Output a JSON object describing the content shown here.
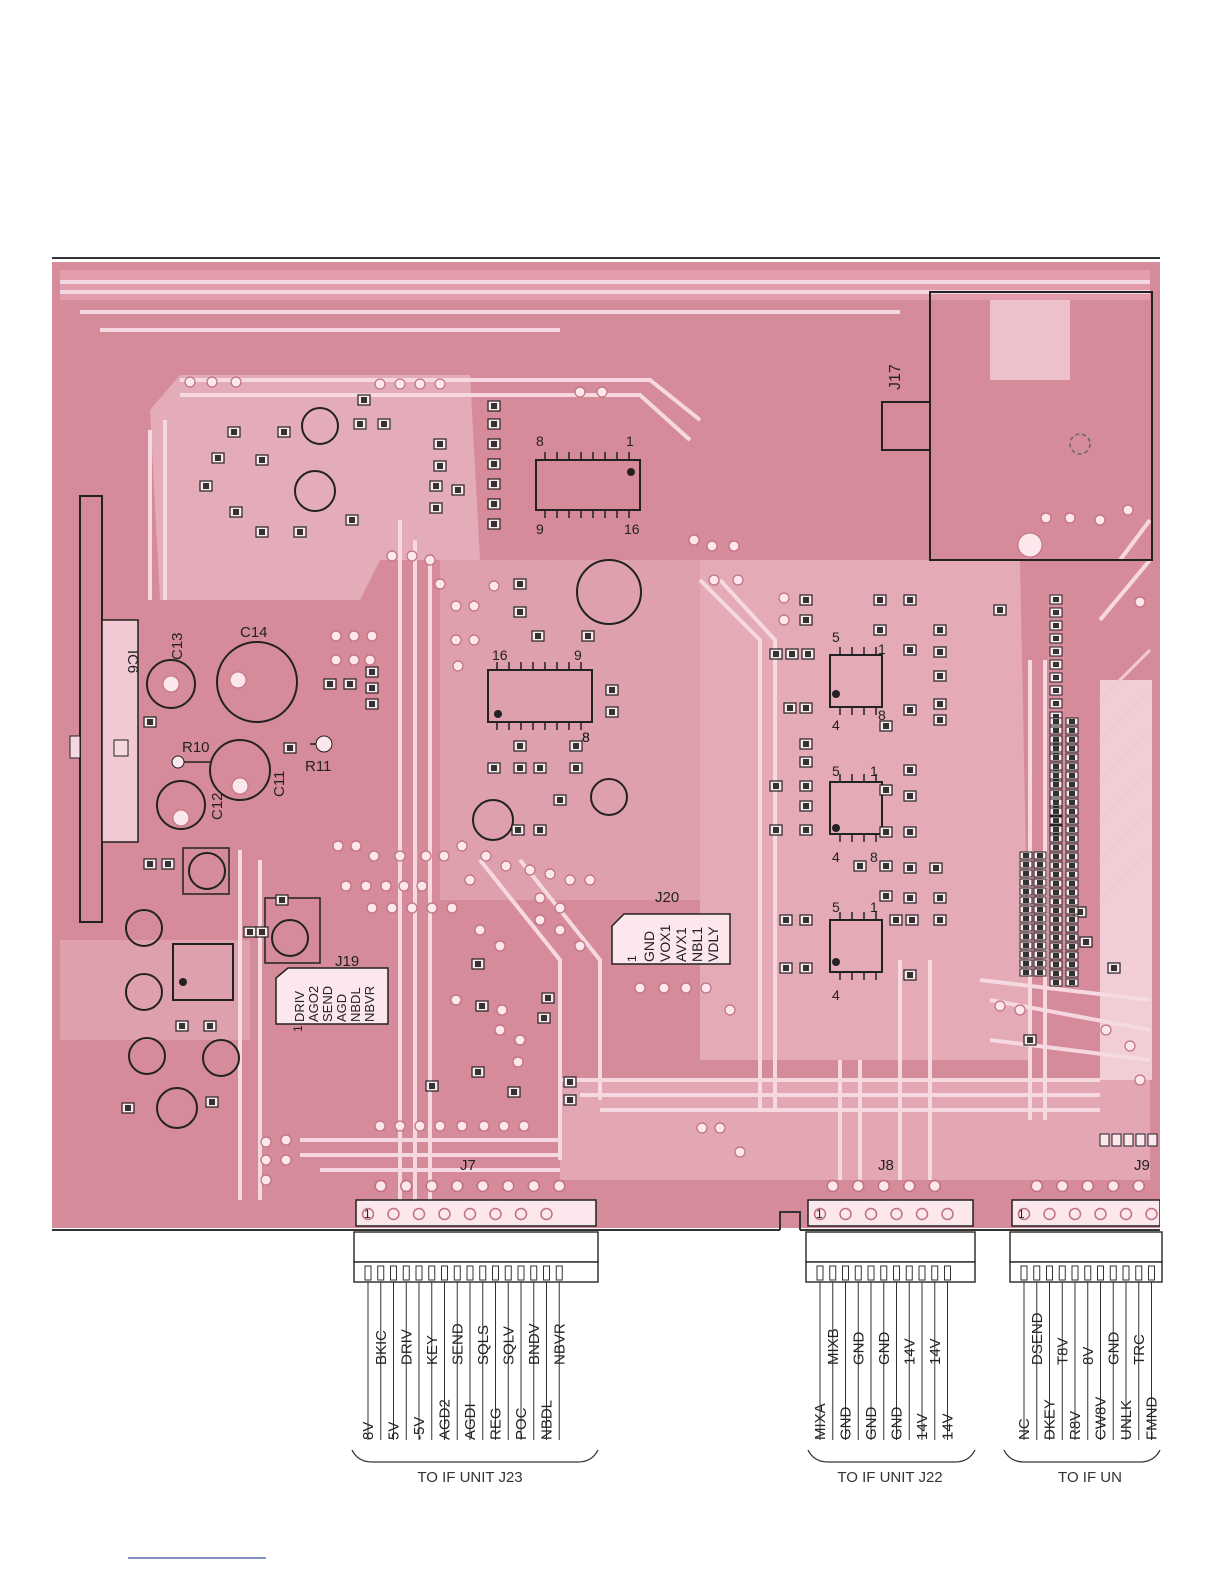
{
  "board": {
    "colors": {
      "board": "#d68b9a",
      "trace": "#f1c9d2",
      "pad": "#fbe7ec",
      "ink": "#222222"
    },
    "component_labels": [
      "J17",
      "IC6",
      "C13",
      "C14",
      "R10",
      "R11",
      "C11",
      "C12"
    ],
    "small_pin_marks": [
      "8",
      "1",
      "9",
      "16",
      "16",
      "9",
      "8",
      "8",
      "5",
      "1",
      "4",
      "8",
      "5",
      "1",
      "4",
      "8",
      "5",
      "1",
      "4"
    ]
  },
  "j20": {
    "name": "J20",
    "pin1": "1",
    "signals": [
      "GND",
      "VOX1",
      "AVX1",
      "NBL1",
      "VDLY"
    ]
  },
  "j19": {
    "name": "J19",
    "pin1": "1",
    "signals": [
      "DRIV",
      "AGO2",
      "SEND",
      "AGD",
      "NBDL",
      "NBVR"
    ]
  },
  "connectors": [
    {
      "name": "J7",
      "pin1": "1",
      "bottom_signals": [
        "8V",
        "5V",
        "-5V",
        "AGD2",
        "AGDI",
        "REG",
        "POC",
        "NBDL"
      ],
      "top_signals": [
        "BKIC",
        "DRIV",
        "KEY",
        "SEND",
        "SQLS",
        "SQLV",
        "BNDV",
        "NBVR"
      ],
      "destination": "TO IF UNIT J23"
    },
    {
      "name": "J8",
      "pin1": "1",
      "bottom_signals": [
        "MIXA",
        "GND",
        "GND",
        "GND",
        "14V",
        "14V"
      ],
      "top_signals": [
        "MIXB",
        "GND",
        "GND",
        "14V",
        "14V"
      ],
      "destination": "TO IF UNIT J22"
    },
    {
      "name": "J9",
      "pin1": "1",
      "bottom_signals": [
        "NC",
        "DKEY",
        "R8V",
        "CW8V",
        "UNLK",
        "FMND"
      ],
      "top_signals": [
        "DSEND",
        "T8V",
        "8V",
        "GND",
        "TRC"
      ],
      "destination": "TO IF UN"
    }
  ]
}
